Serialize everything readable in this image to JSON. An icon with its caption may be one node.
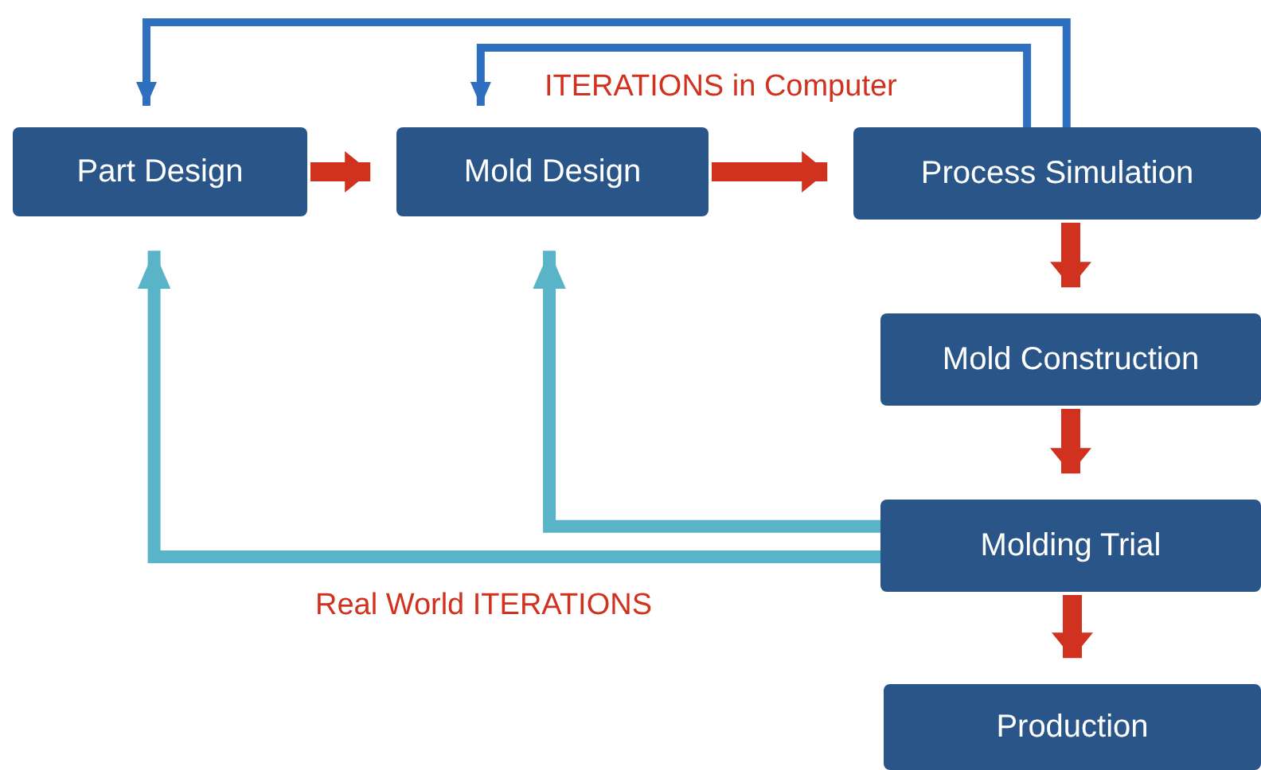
{
  "diagram": {
    "nodes": [
      {
        "text": [
          "Part Design"
        ]
      },
      {
        "text": [
          "Mold Design"
        ]
      },
      {
        "text": [
          "Process Simulation"
        ]
      },
      {
        "text": [
          "Mold Construction"
        ]
      },
      {
        "text": [
          "Molding Trial"
        ]
      },
      {
        "text": [
          "Production"
        ]
      }
    ],
    "edges": [
      {
        "from": 0,
        "to": 1,
        "arrow": "to"
      },
      {
        "from": 1,
        "to": 2,
        "arrow": "to"
      },
      {
        "from": 2,
        "to": 3,
        "arrow": "to"
      },
      {
        "from": 3,
        "to": 4,
        "arrow": "to"
      },
      {
        "from": 4,
        "to": 5,
        "arrow": "to"
      },
      {
        "from": 2,
        "to": 1,
        "arrow": "to",
        "color": "#2f6fc0"
      },
      {
        "from": 2,
        "to": 0,
        "arrow": "to",
        "color": "#2f6fc0"
      },
      {
        "from": 4,
        "to": 1,
        "arrow": "to",
        "color": "#5ab4c8"
      },
      {
        "from": 4,
        "to": 0,
        "arrow": "to",
        "color": "#5ab4c8"
      }
    ],
    "labels": [
      "ITERATIONS in Computer",
      "Real World ITERATIONS"
    ]
  }
}
